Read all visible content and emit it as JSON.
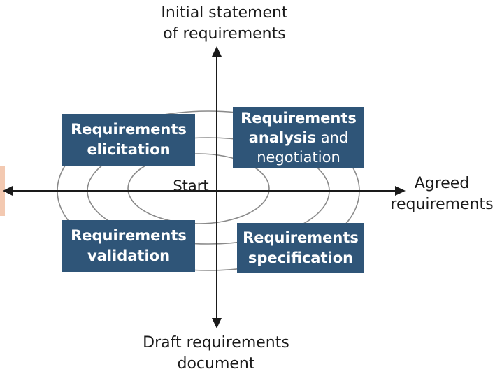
{
  "axes": {
    "top": [
      "Initial statement",
      "of requirements"
    ],
    "right": [
      "Agreed",
      "requirements"
    ],
    "bottom": [
      "Draft requirements",
      "document"
    ],
    "center": "Start"
  },
  "boxes": {
    "elicitation": {
      "line1": "Requirements",
      "line2": "elicitation"
    },
    "analysis": {
      "line1": "Requirements",
      "line2_bold": "analysis",
      "line2_rest": " and",
      "line3": "negotiation"
    },
    "validation": {
      "line1": "Requirements",
      "line2": "validation"
    },
    "specification": {
      "line1": "Requirements",
      "line2": "specification"
    }
  },
  "colors": {
    "box_fill": "#2f5578",
    "box_text": "#ffffff",
    "axis": "#1a1a1a",
    "spiral": "#8a8a8a",
    "edge_tab": "#f3c9b1"
  }
}
